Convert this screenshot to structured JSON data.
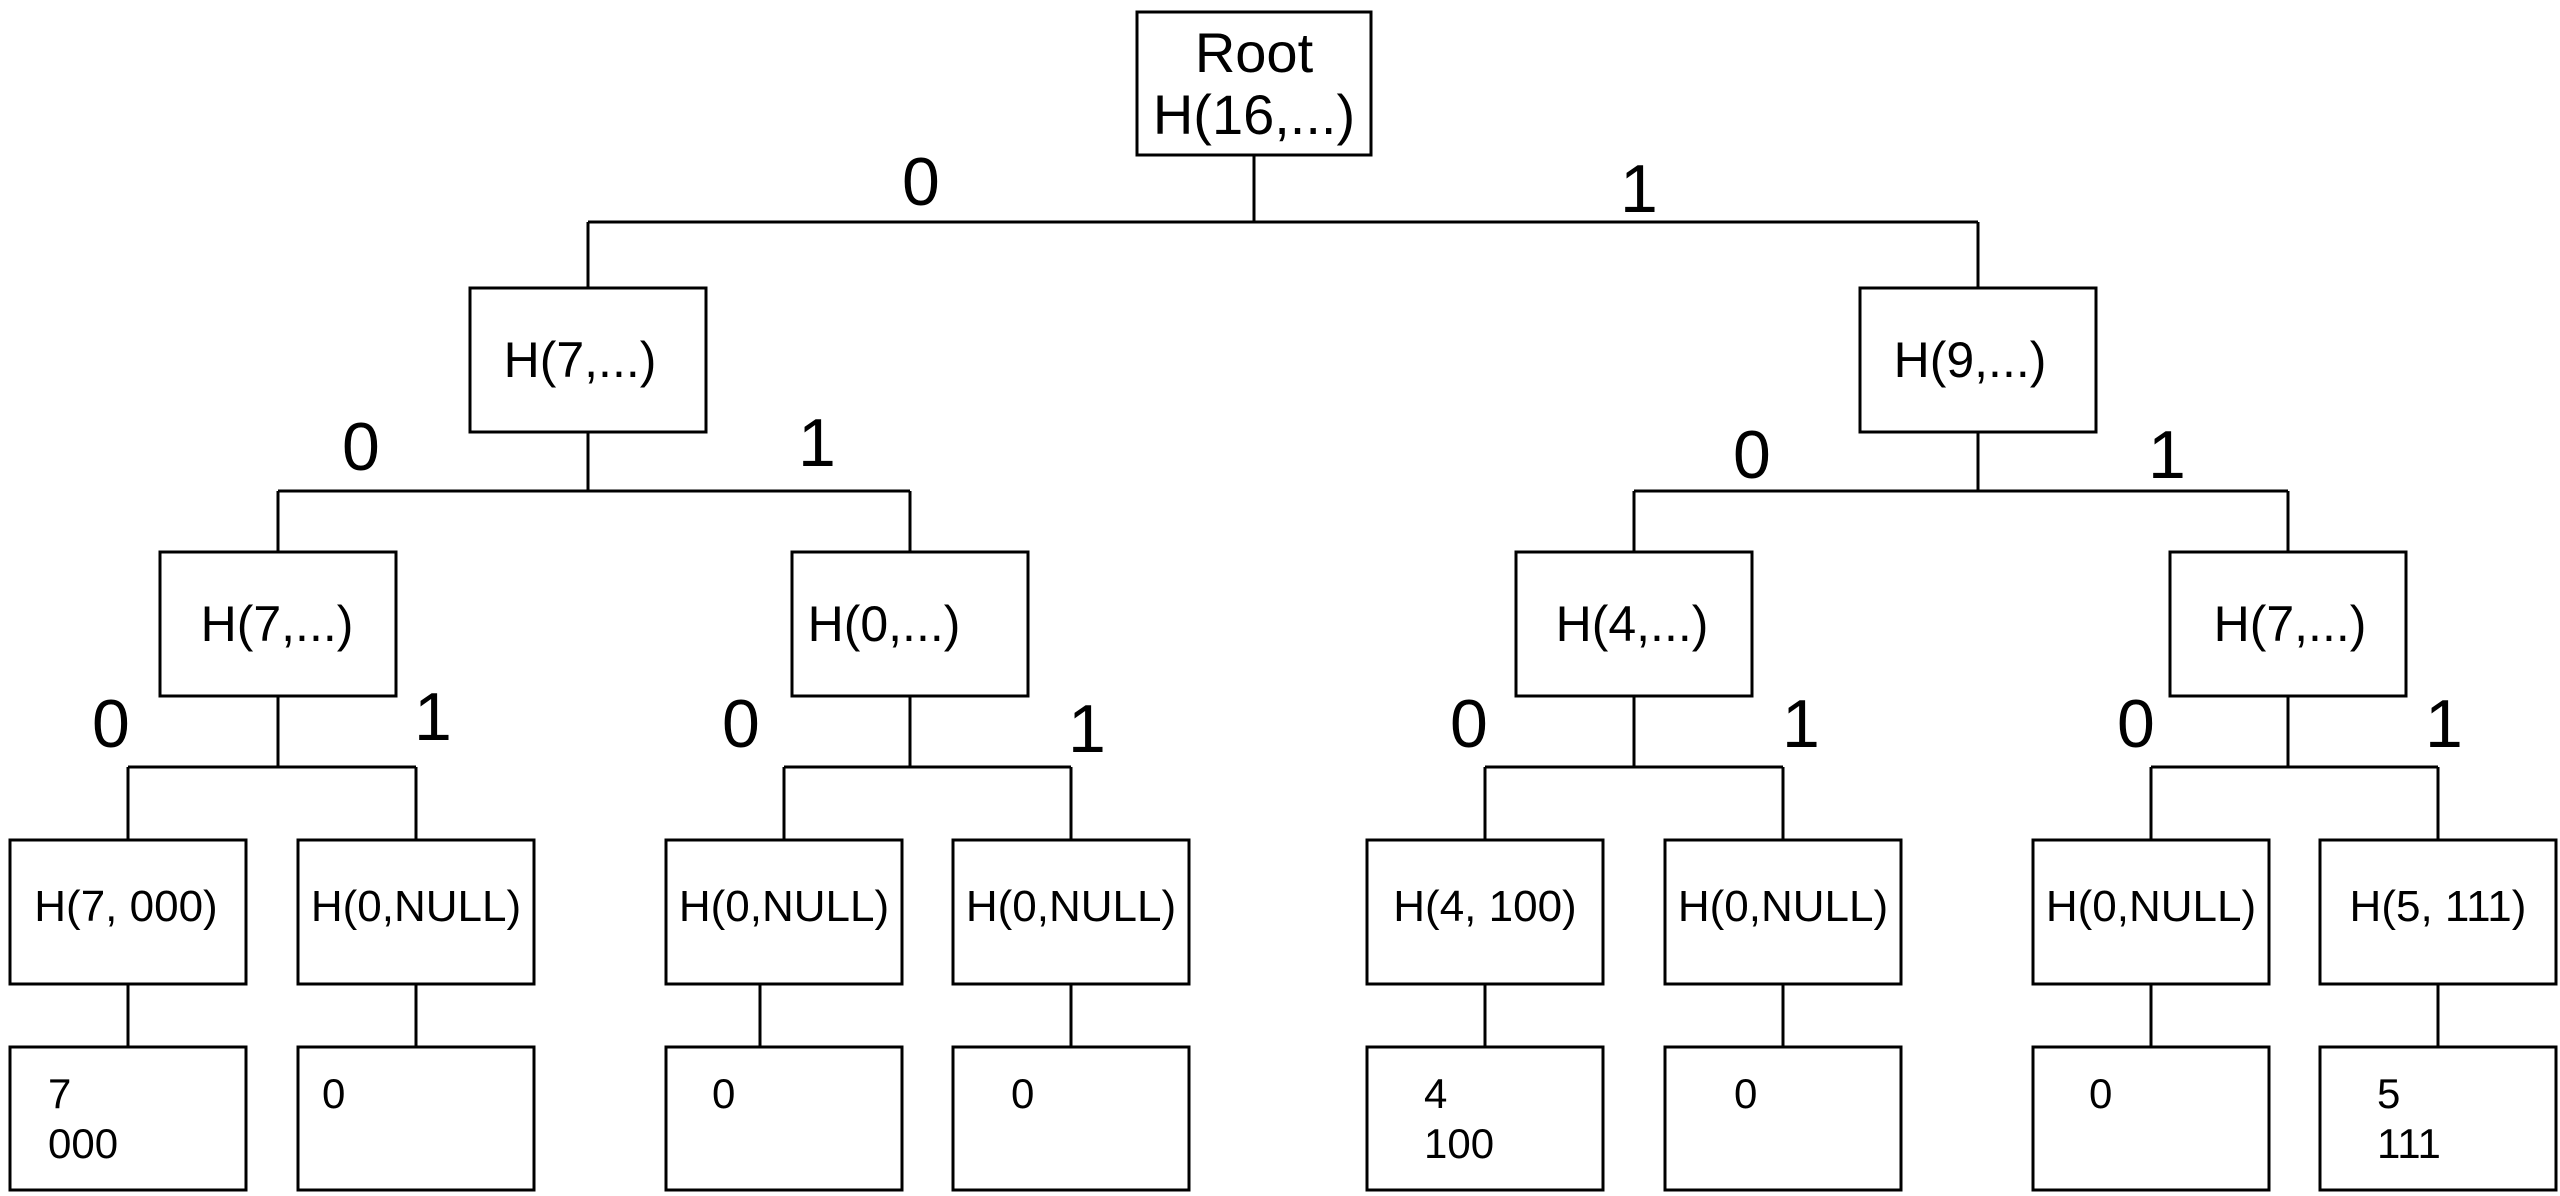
{
  "root": {
    "label": "Root",
    "hash": "H(16,...)"
  },
  "level1": [
    "H(7,...)",
    "H(9,...)"
  ],
  "level2": [
    "H(7,...)",
    "H(0,...)",
    "H(4,...)",
    "H(7,...)"
  ],
  "leaves": [
    "H(7, 000)",
    "H(0,NULL)",
    "H(0,NULL)",
    "H(0,NULL)",
    "H(4, 100)",
    "H(0,NULL)",
    "H(0,NULL)",
    "H(5, 111)"
  ],
  "data": [
    [
      "7",
      "000"
    ],
    [
      "0"
    ],
    [
      "0"
    ],
    [
      "0"
    ],
    [
      "4",
      "100"
    ],
    [
      "0"
    ],
    [
      "0"
    ],
    [
      "5",
      "111"
    ]
  ],
  "branch_labels": {
    "left": "0",
    "right": "1"
  }
}
